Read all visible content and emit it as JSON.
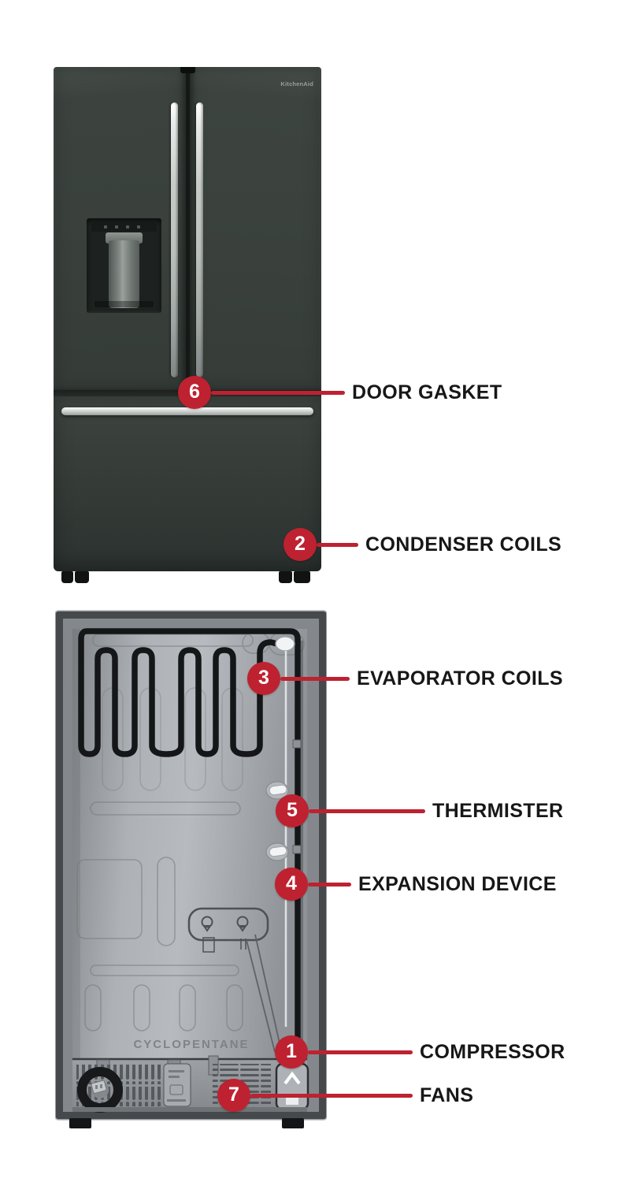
{
  "diagram": {
    "subject": "Refrigerator parts diagram",
    "front_brand_logo": "KitchenAid",
    "back_embossed_text": "CYCLOPENTANE",
    "accent_red": "#BE2130",
    "label_color": "#171717",
    "fridge_body_color": "#3A413D",
    "back_panel_color": "#A9ADB1"
  },
  "callouts": [
    {
      "number": "6",
      "label": "DOOR GASKET"
    },
    {
      "number": "2",
      "label": "CONDENSER COILS"
    },
    {
      "number": "3",
      "label": "EVAPORATOR COILS"
    },
    {
      "number": "5",
      "label": "THERMISTER"
    },
    {
      "number": "4",
      "label": "EXPANSION DEVICE"
    },
    {
      "number": "1",
      "label": "COMPRESSOR"
    },
    {
      "number": "7",
      "label": "FANS"
    }
  ]
}
